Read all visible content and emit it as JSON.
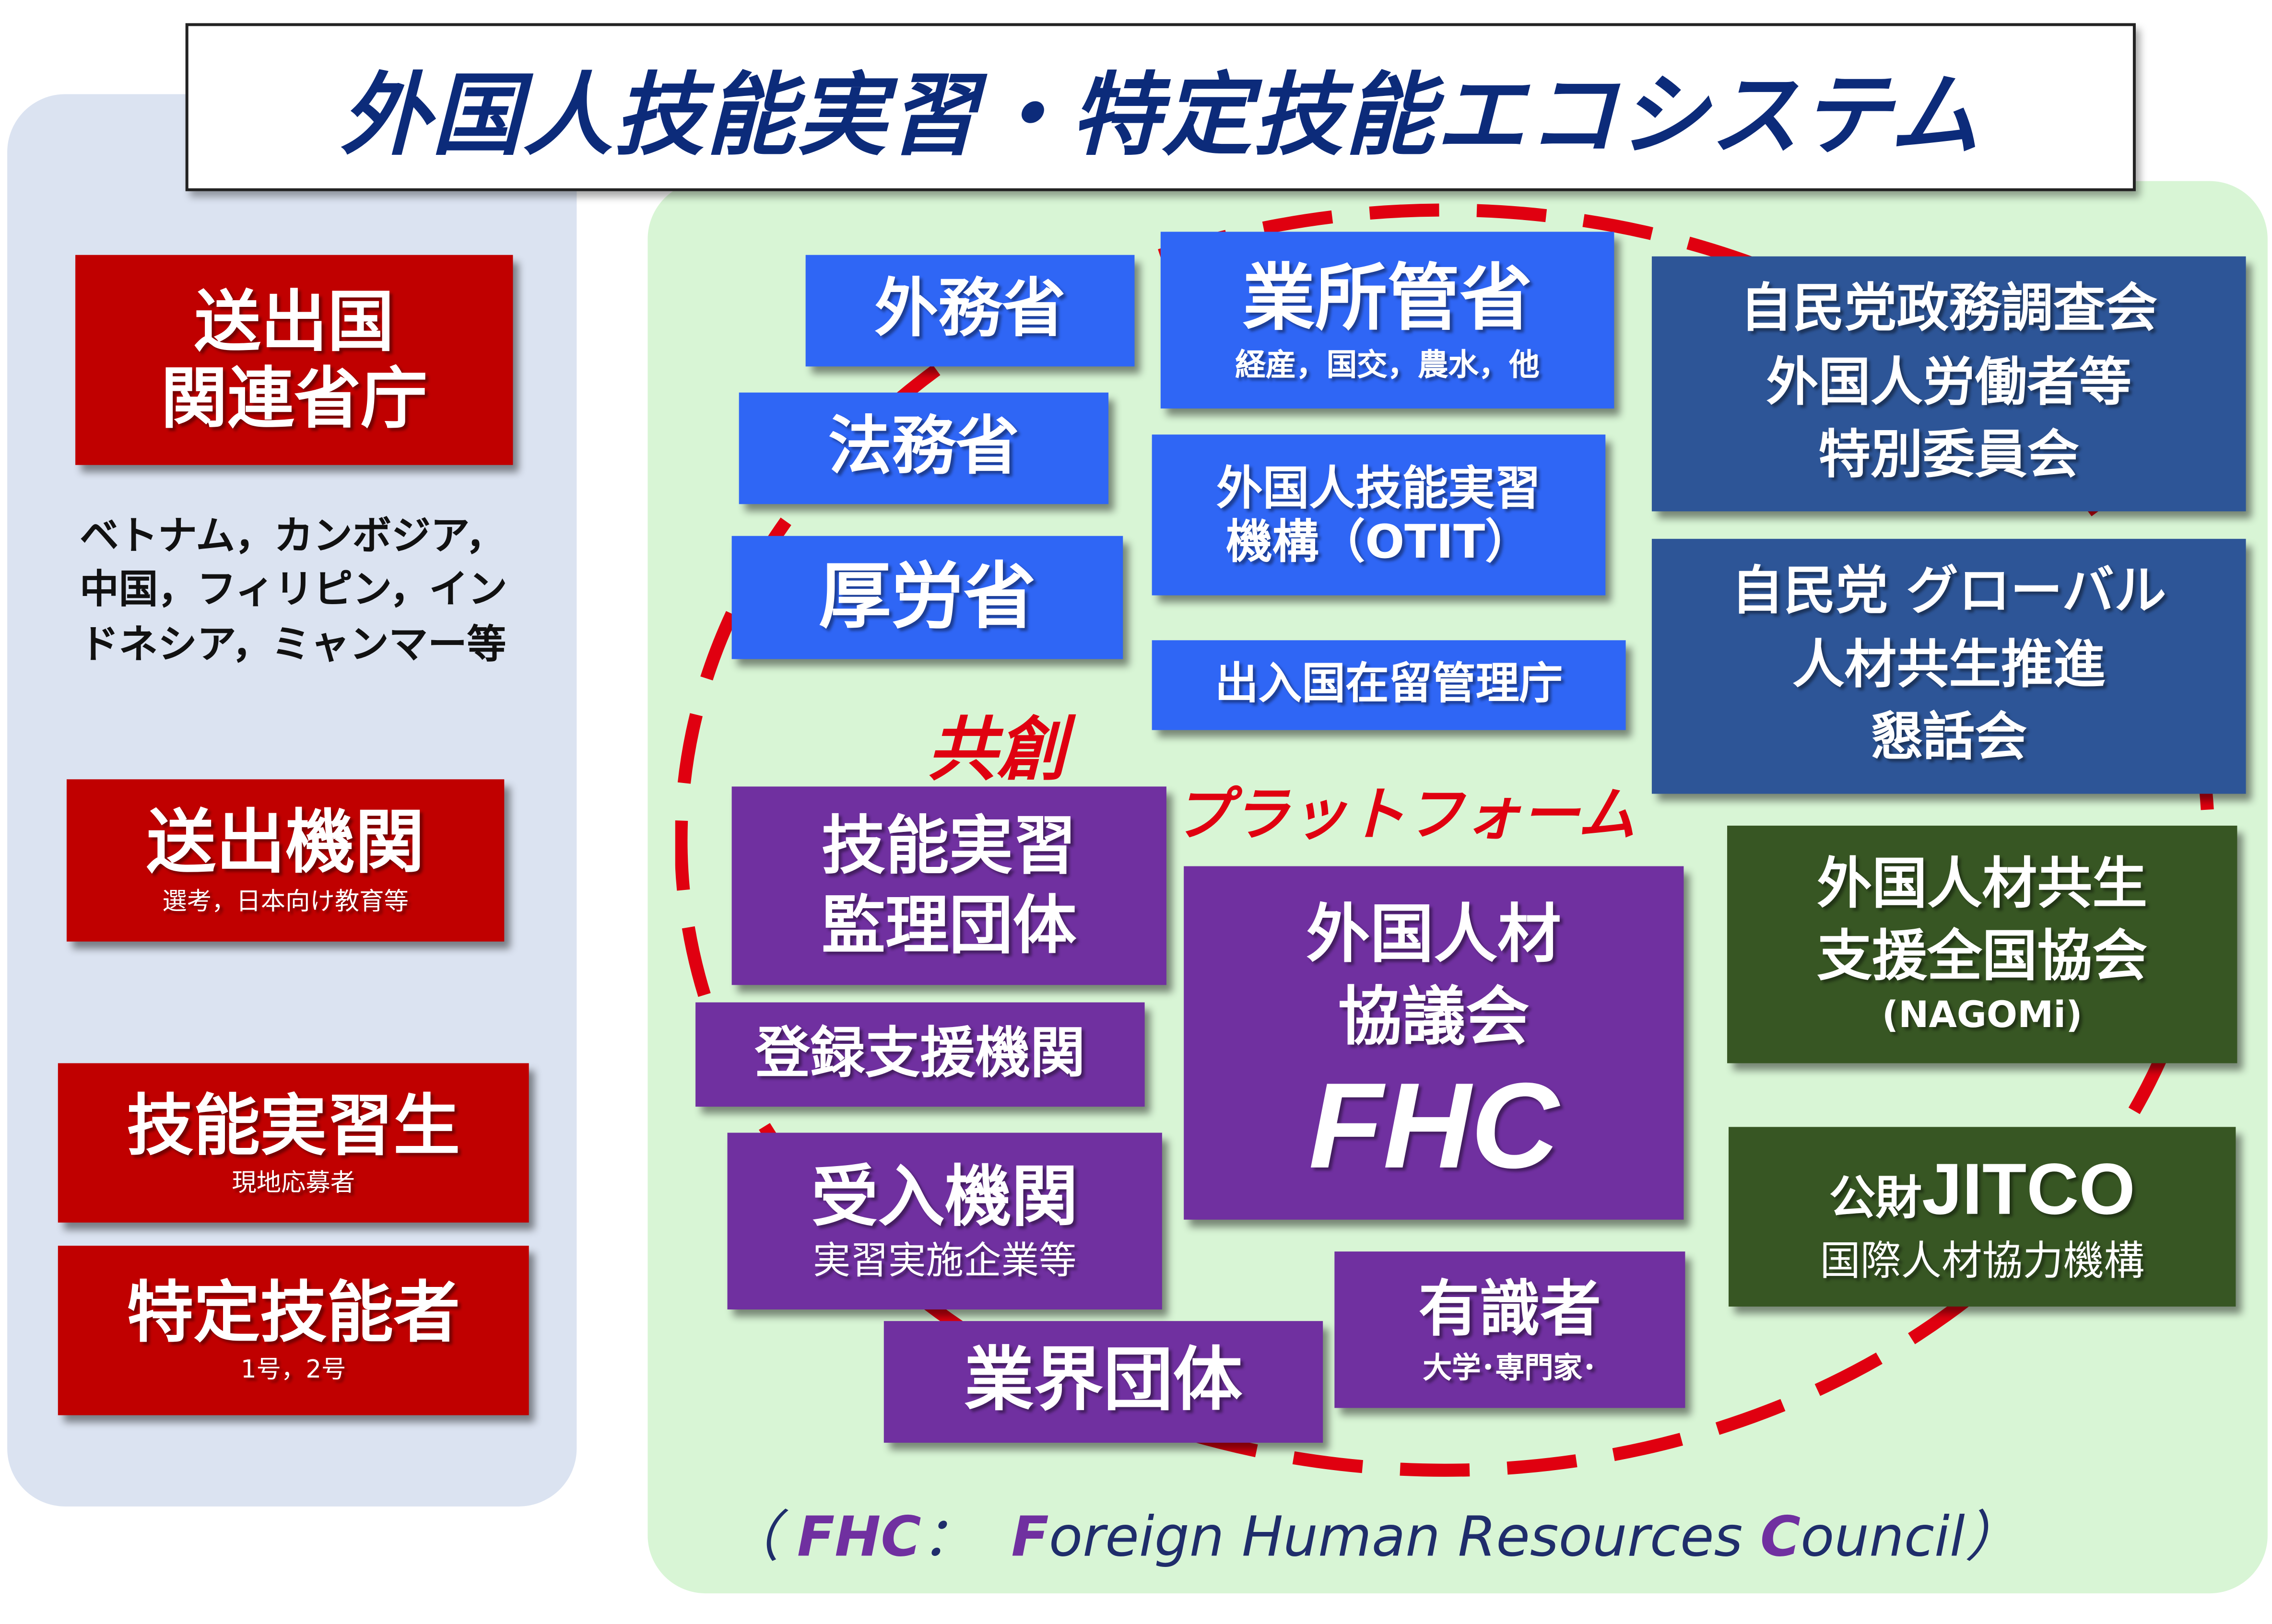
{
  "title": "外国人技能実習・特定技能エコシステム",
  "left": {
    "sending_ministries": {
      "line1": "送出国",
      "line2": "関連省庁"
    },
    "countries": [
      "ベトナム，カンボジア，",
      "中国，フィリピン，イン",
      "ドネシア，ミャンマー等"
    ],
    "sending_org": {
      "label": "送出機関",
      "sub": "選考，日本向け教育等"
    },
    "trainee": {
      "label": "技能実習生",
      "sub": "現地応募者"
    },
    "specified": {
      "label": "特定技能者",
      "sub": "1号，2号"
    }
  },
  "right": {
    "mofa": "外務省",
    "ministries": {
      "label": "業所管省",
      "sub": "経産，国交，農水，他"
    },
    "moj": "法務省",
    "otit": {
      "line1": "外国人技能実習",
      "line2": "機構（OTIT）"
    },
    "mhlw": "厚労省",
    "immigration": "出入国在留管理庁",
    "ldp1": {
      "line1": "自民党政務調査会",
      "line2": "外国人労働者等",
      "line3": "特別委員会"
    },
    "ldp2": {
      "line1": "自民党 グローバル",
      "line2": "人材共生推進",
      "line3": "懇話会"
    },
    "kyoso": "共創",
    "platform": "プラットフォーム",
    "supervising": {
      "line1": "技能実習",
      "line2": "監理団体"
    },
    "registered": "登録支援機関",
    "fhc": {
      "line1": "外国人材",
      "line2": "協議会",
      "abbr": "FHC"
    },
    "nagomi": {
      "line1": "外国人材共生",
      "line2": "支援全国協会",
      "sub": "(NAGOMi)"
    },
    "accepting": {
      "label": "受入機関",
      "sub": "実習実施企業等"
    },
    "jitco": {
      "prefix": "公財",
      "name": "JITCO",
      "sub": "国際人材協力機構"
    },
    "experts": {
      "label": "有識者",
      "sub": "大学･専門家･"
    },
    "industry": "業界団体"
  },
  "footer": {
    "open": "（ ",
    "abbr": "FHC",
    "colon": "：  ",
    "f": "F",
    "oreign": "oreign Human Resources ",
    "c": "C",
    "ouncil": "ouncil）"
  },
  "colors": {
    "red": "#c00000",
    "blue": "#2f66f5",
    "navy": "#2d5597",
    "purple": "#7030a0",
    "green": "#375623",
    "ring": "#e00010",
    "title": "#0c2b7a",
    "left_panel": "#dbe3f1",
    "right_panel": "#d8f5d5"
  }
}
